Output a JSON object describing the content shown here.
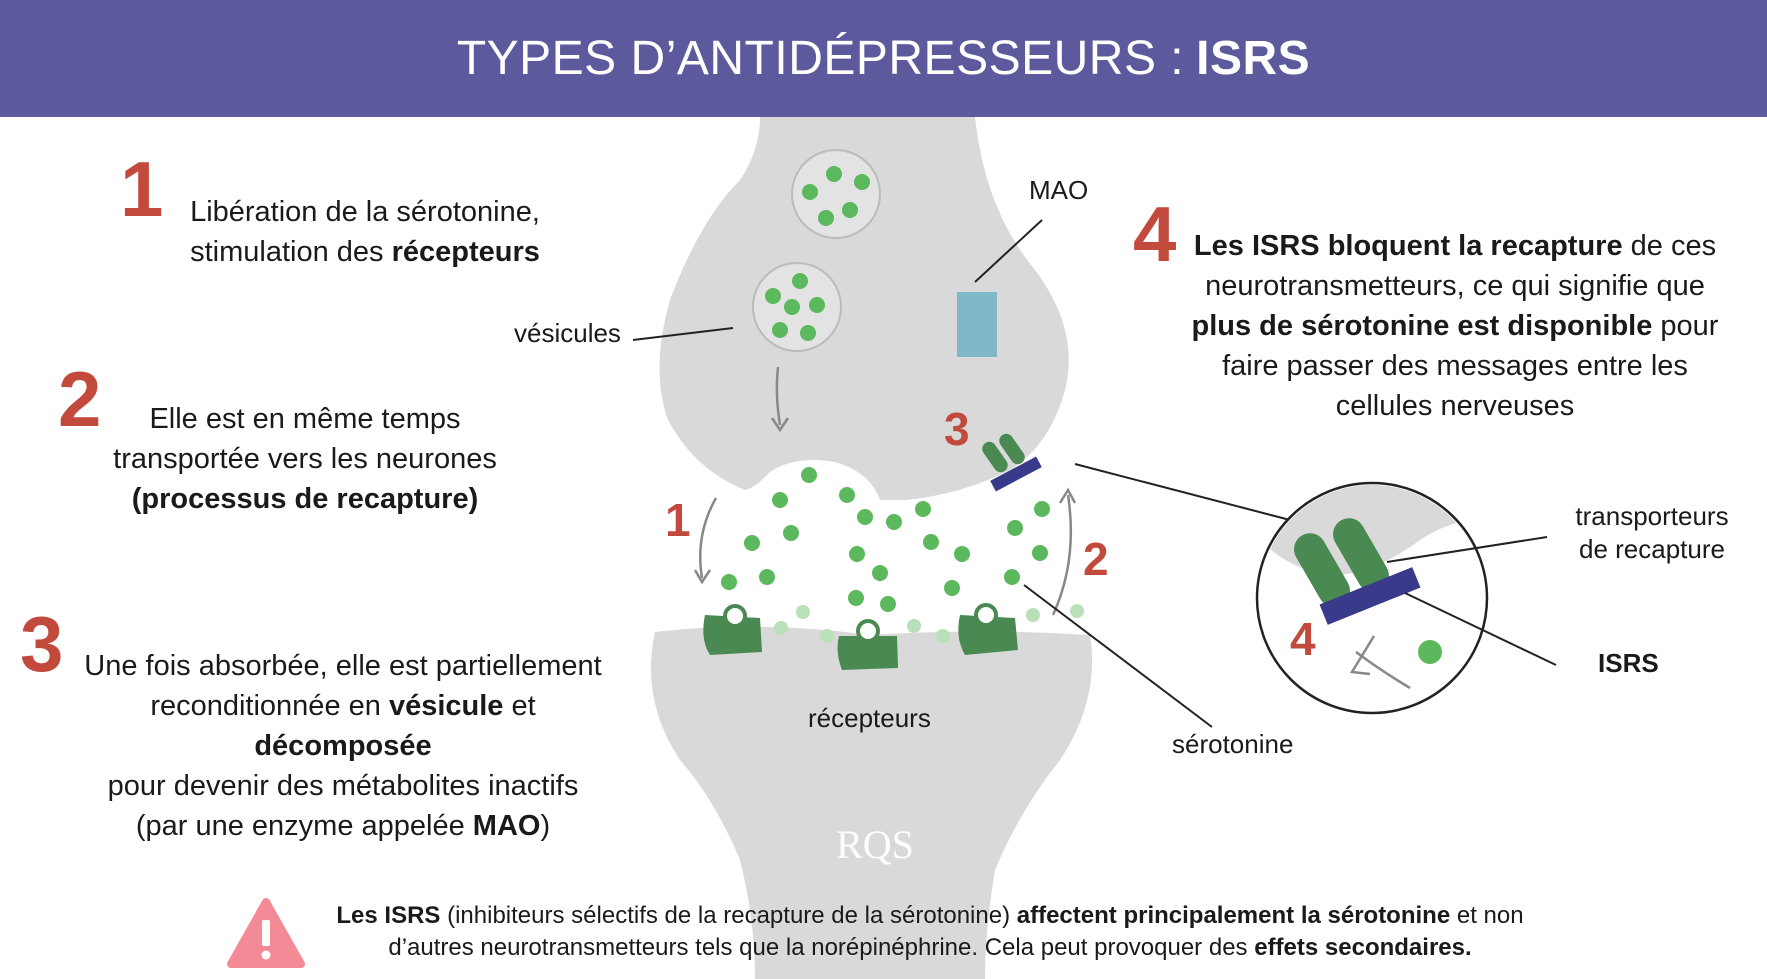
{
  "header": {
    "title_prefix": "TYPES D’ANTIDÉPRESSEURS :",
    "title_bold": "ISRS"
  },
  "steps": [
    {
      "number": "1",
      "line1": "Libération de la sérotonine,",
      "line2_plain": "stimulation des ",
      "line2_bold": "récepteurs"
    },
    {
      "number": "2",
      "line1": "Elle est en même temps",
      "line2": "transportée vers les neurones",
      "line3_bold": "(processus de recapture)"
    },
    {
      "number": "3",
      "line1": "Une fois absorbée, elle est partiellement",
      "line2_a": "reconditionnée en ",
      "line2_b": "vésicule",
      "line2_c": " et ",
      "line2_d": "décomposée",
      "line3": "pour devenir des métabolites inactifs",
      "line4_a": "(par une enzyme appelée ",
      "line4_b": "MAO",
      "line4_c": ")"
    },
    {
      "number": "4",
      "line1_bold": "Les ISRS bloquent la recapture",
      "line1_plain": " de ces",
      "line2": "neurotransmetteurs, ce qui signifie que",
      "line3_bold": "plus de sérotonine est disponible",
      "line3_plain": " pour",
      "line4": "faire passer des messages entre les",
      "line5": "cellules nerveuses"
    }
  ],
  "labels": {
    "mao": "MAO",
    "vesicules": "vésicules",
    "recepteurs": "récepteurs",
    "serotonine": "sérotonine",
    "transporteurs_line1": "transporteurs",
    "transporteurs_line2": "de recapture",
    "isrs": "ISRS",
    "arrow1": "1",
    "arrow2": "2",
    "marker3": "3",
    "zoom4": "4"
  },
  "warning": {
    "bold1": "Les ISRS",
    "plain1": " (inhibiteurs sélectifs de la recapture de la sérotonine) ",
    "bold2": "affectent principalement la sérotonine",
    "plain2": " et non",
    "plain3": "d’autres neurotransmetteurs tels que la norépinéphrine. Cela peut provoquer des ",
    "bold3": "effets secondaires."
  },
  "logo": {
    "text": "RQS"
  },
  "colors": {
    "header_bg": "#5c5a9c",
    "accent_red": "#c24a3d",
    "neuron_gray": "#d9d9d9",
    "serotonin_green": "#5cb85c",
    "receptor_green": "#4a8a52",
    "isrs_blue": "#3a3a8a",
    "mao_blue": "#7fb8c8",
    "warning_pink": "#f28b95"
  }
}
